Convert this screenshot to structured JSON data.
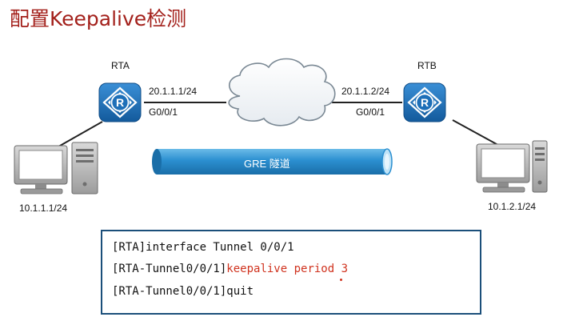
{
  "title": "配置Keepalive检测",
  "routers": {
    "rta": {
      "name": "RTA",
      "ip": "20.1.1.1/24",
      "port": "G0/0/1"
    },
    "rtb": {
      "name": "RTB",
      "ip": "20.1.1.2/24",
      "port": "G0/0/1"
    }
  },
  "hosts": {
    "left": {
      "ip": "10.1.1.1/24"
    },
    "right": {
      "ip": "10.1.2.1/24"
    }
  },
  "tunnel": {
    "label": "GRE 隧道"
  },
  "commands": [
    {
      "prefix": "[RTA]interface Tunnel 0/0/1",
      "highlight": ""
    },
    {
      "prefix": "[RTA-Tunnel0/0/1]",
      "highlight": "keepalive period 3"
    },
    {
      "prefix": "[RTA-Tunnel0/0/1]quit",
      "highlight": ""
    }
  ],
  "colors": {
    "title": "#a3201b",
    "router": "#1d6fb8",
    "tunnel": "#2b8fd0",
    "highlight": "#d0331f",
    "box_border": "#1b4f7a"
  },
  "icons": [
    "router-icon",
    "cloud-icon",
    "pc-icon"
  ]
}
